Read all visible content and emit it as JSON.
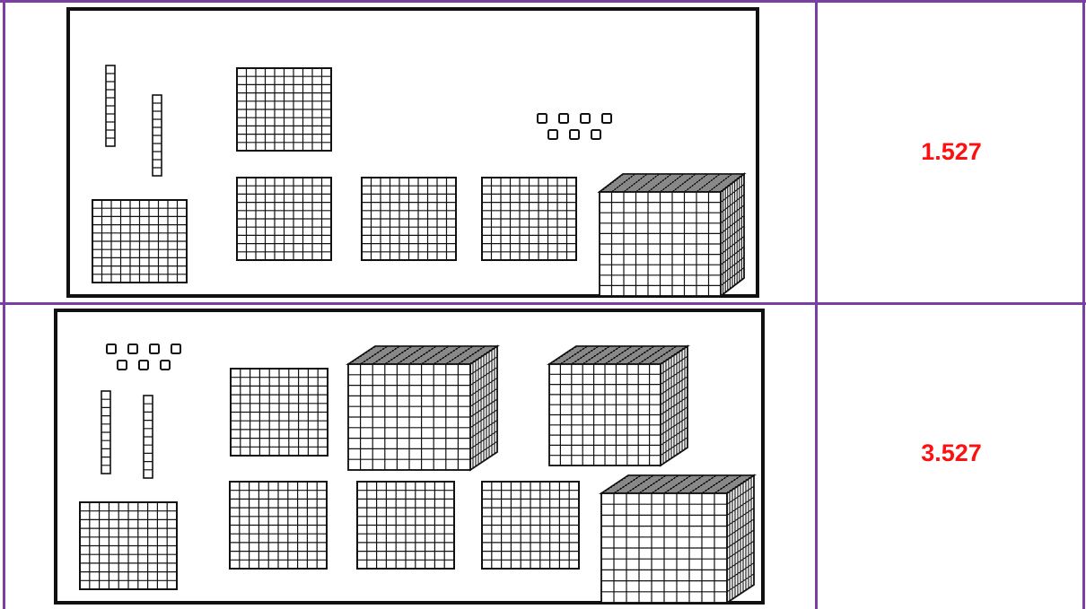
{
  "table": {
    "rows": [
      {
        "value": "1.527",
        "blocks": {
          "cubes": 1,
          "flats": 5,
          "rods": 2,
          "units": 7
        }
      },
      {
        "value": "3.527",
        "blocks": {
          "cubes": 3,
          "flats": 5,
          "rods": 2,
          "units": 7
        }
      }
    ]
  },
  "colors": {
    "border": "#7b3fa3",
    "value_text": "#ff1010",
    "block_line": "#111111"
  }
}
